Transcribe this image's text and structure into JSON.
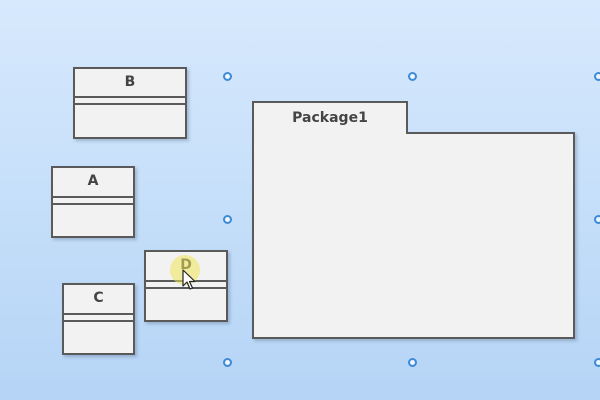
{
  "diagram": {
    "classes": [
      {
        "id": "b",
        "name": "B"
      },
      {
        "id": "a",
        "name": "A"
      },
      {
        "id": "d",
        "name": "D"
      },
      {
        "id": "c",
        "name": "C"
      }
    ],
    "package": {
      "name": "Package1"
    }
  },
  "selection": {
    "handle_color": "#3d8ad6"
  },
  "cursor": {
    "icon": "mouse-pointer-icon",
    "highlight": "yellow"
  }
}
